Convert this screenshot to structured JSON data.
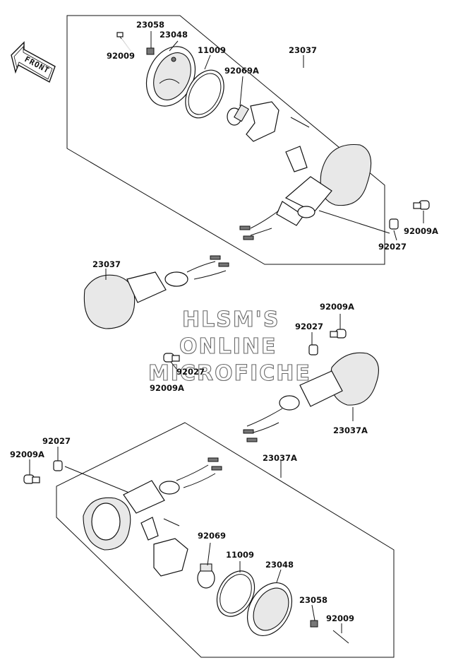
{
  "front_label": "FRONT",
  "watermark": {
    "line1": "HLSM'S",
    "line2": "ONLINE",
    "line3": "MICROFICHE"
  },
  "labels": {
    "l0": "23058",
    "l1": "23048",
    "l2": "92009",
    "l3": "11009",
    "l4": "23037",
    "l5": "92069A",
    "l6": "92009A",
    "l7": "92027",
    "l8": "23037",
    "l9": "92009A",
    "l10": "92027",
    "l11": "92027",
    "l12": "92009A",
    "l13": "23037A",
    "l14": "92027",
    "l15": "92009A",
    "l16": "23037A",
    "l17": "92069",
    "l18": "11009",
    "l19": "23048",
    "l20": "23058",
    "l21": "92009"
  }
}
